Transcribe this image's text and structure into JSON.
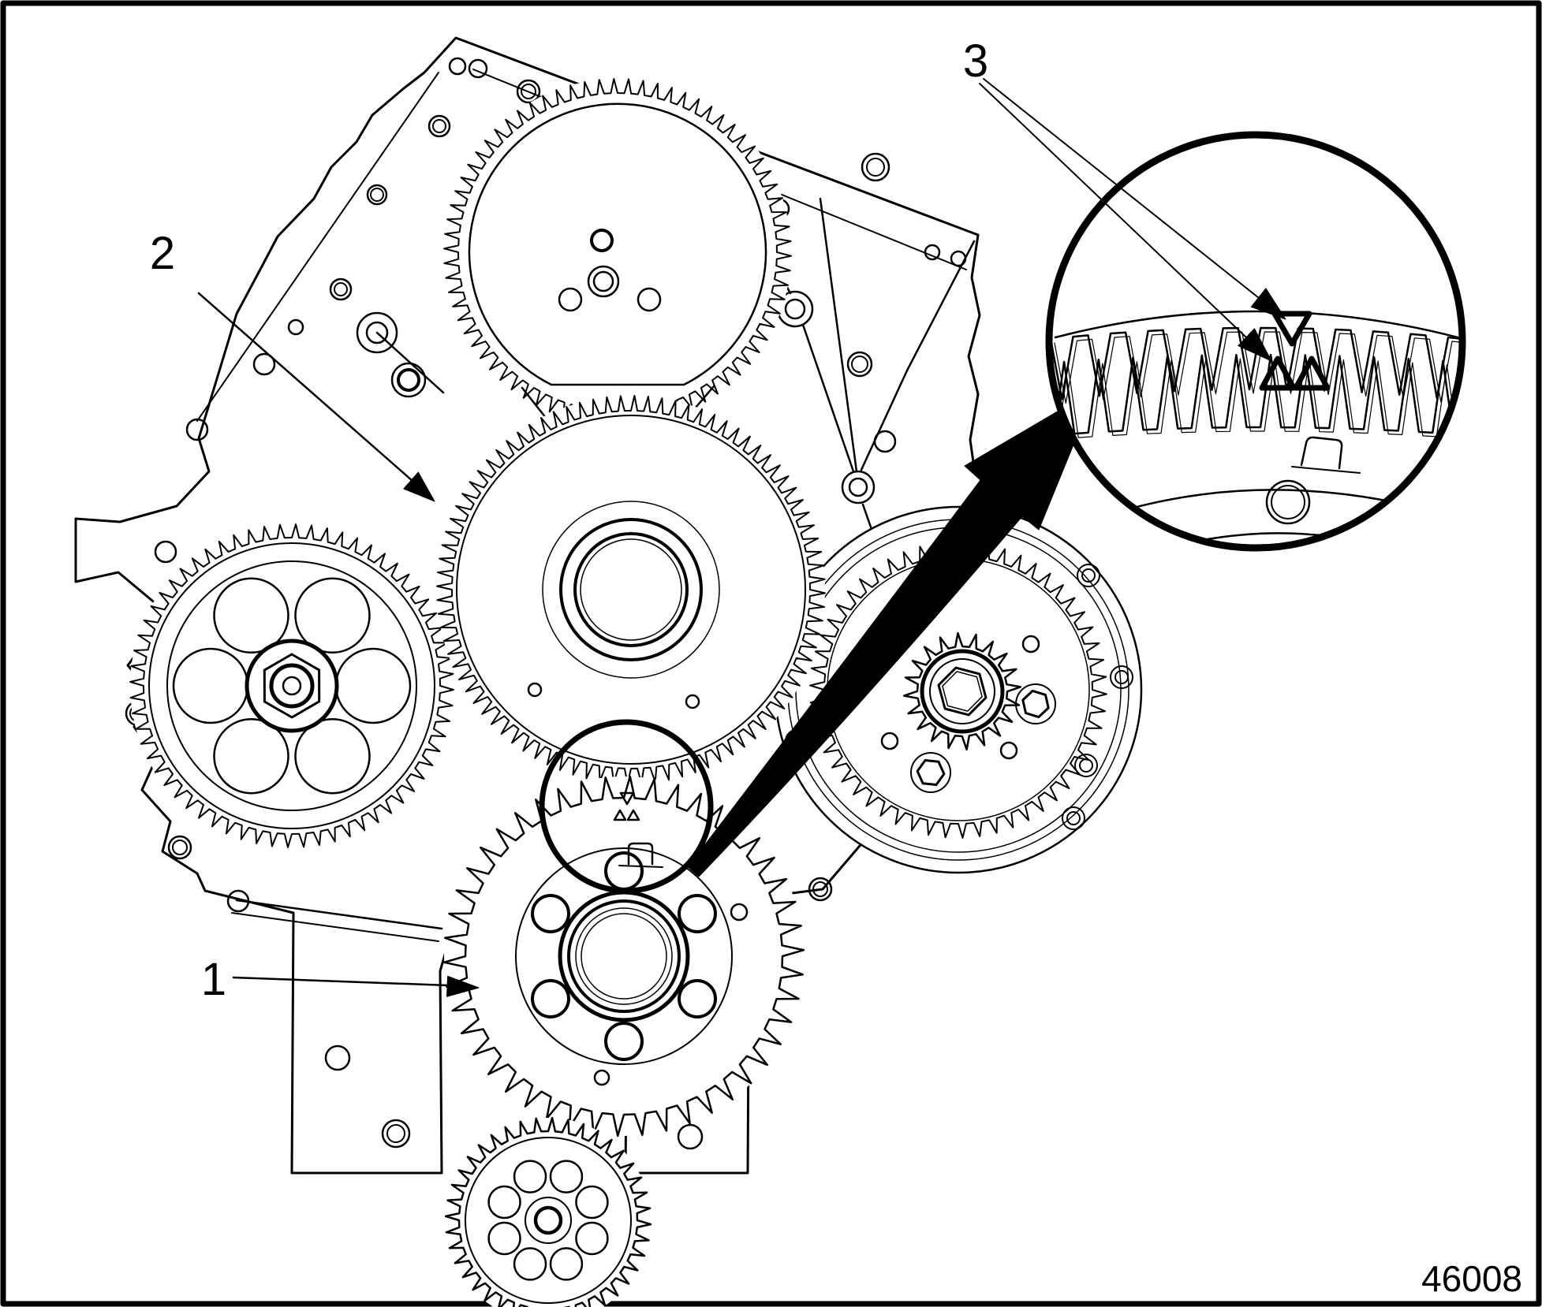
{
  "figure": {
    "number": "46008"
  },
  "callouts": {
    "one": {
      "label": "1"
    },
    "two": {
      "label": "2"
    },
    "three": {
      "label": "3"
    }
  },
  "detail": {
    "upper_gear_mark_icon": "single-triangle-down-outline",
    "lower_gear_mark_icon": "double-triangle-up-outline"
  },
  "colors": {
    "line": "#000000",
    "background": "#ffffff"
  }
}
